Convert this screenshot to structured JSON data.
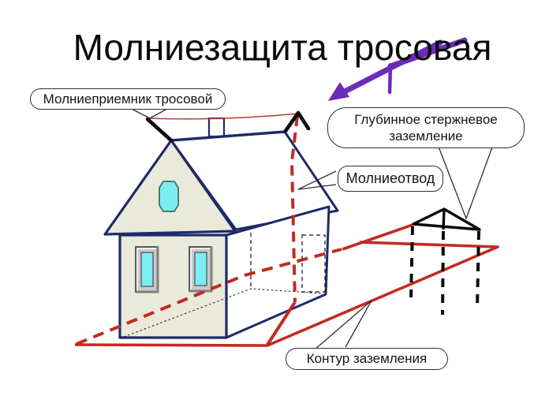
{
  "title": "Молниезащита тросовая",
  "callouts": {
    "wire_receiver": "Молниеприемник тросовой",
    "deep_rod": "Глубинное стержневое заземление",
    "down_conductor": "Молниеотвод",
    "ground_loop": "Контур заземления"
  },
  "colors": {
    "house_outline_navy": "#1e2a68",
    "wall_fill_beige": "#eaeada",
    "window_glass_cyan": "#7ceef1",
    "ground_loop_red": "#c22b21",
    "receiver_cable_red": "#b53c35",
    "lightning_purple": "#6b2cb8",
    "rod_black": "#0b0b0b"
  }
}
